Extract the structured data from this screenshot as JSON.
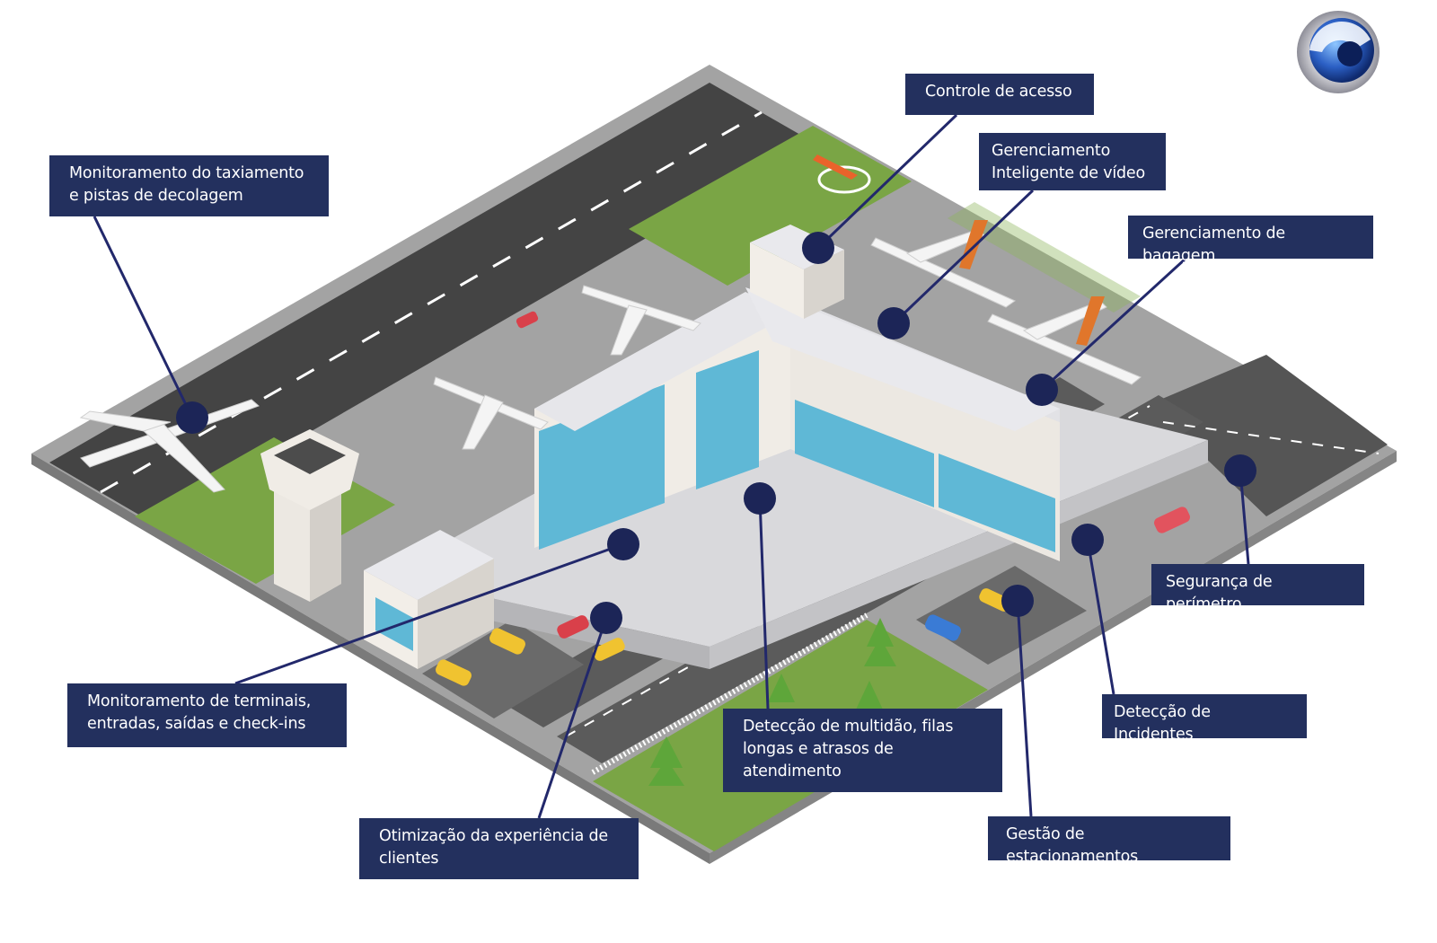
{
  "colors": {
    "callout_box": "#23305e",
    "marker": "#1c2557",
    "leader_line": "#22286b",
    "runway": "#4a4a4a",
    "apron": "#9d9d9d",
    "grass": "#7fa84a",
    "terminal_glass": "#5fb8d6",
    "terminal_wall": "#e6e6e6"
  },
  "logo": {
    "icon": "lens-logo-icon"
  },
  "callouts": [
    {
      "id": "taxiway",
      "text": "Monitoramento do taxiamento\ne pistas de decolagem"
    },
    {
      "id": "access",
      "text": "Controle de acesso"
    },
    {
      "id": "video",
      "text": "Gerenciamento\nInteligente de vídeo"
    },
    {
      "id": "baggage",
      "text": "Gerenciamento de bagagem"
    },
    {
      "id": "perimeter",
      "text": "Segurança de perímetro"
    },
    {
      "id": "incidents",
      "text": "Detecção de Incidentes"
    },
    {
      "id": "parking",
      "text": "Gestão de estacionamentos"
    },
    {
      "id": "crowd",
      "text": "Detecção de multidão, filas\nlongas e atrasos de\natendimento"
    },
    {
      "id": "customer",
      "text": "Otimização da experiência  de\nclientes"
    },
    {
      "id": "terminals",
      "text": "Monitoramento de terminais,\nentradas, saídas e check-ins"
    }
  ]
}
